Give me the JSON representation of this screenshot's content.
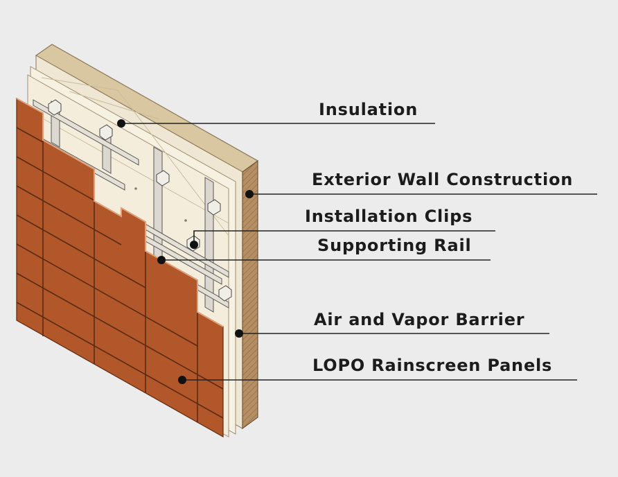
{
  "diagram": {
    "labels": {
      "insulation": "Insulation",
      "exterior_wall": "Exterior Wall Construction",
      "installation_clips": "Installation Clips",
      "supporting_rail": "Supporting Rail",
      "air_vapor_barrier": "Air and Vapor Barrier",
      "rainscreen_panels": "LOPO Rainscreen Panels"
    },
    "colors": {
      "background": "#ececec",
      "wall_top": "#d9c7a1",
      "wall_edge": "#b58f63",
      "insulation": "#f4ecd8",
      "panel": "#b2572a",
      "rail": "#ddd9d0",
      "leader": "#222222"
    }
  }
}
